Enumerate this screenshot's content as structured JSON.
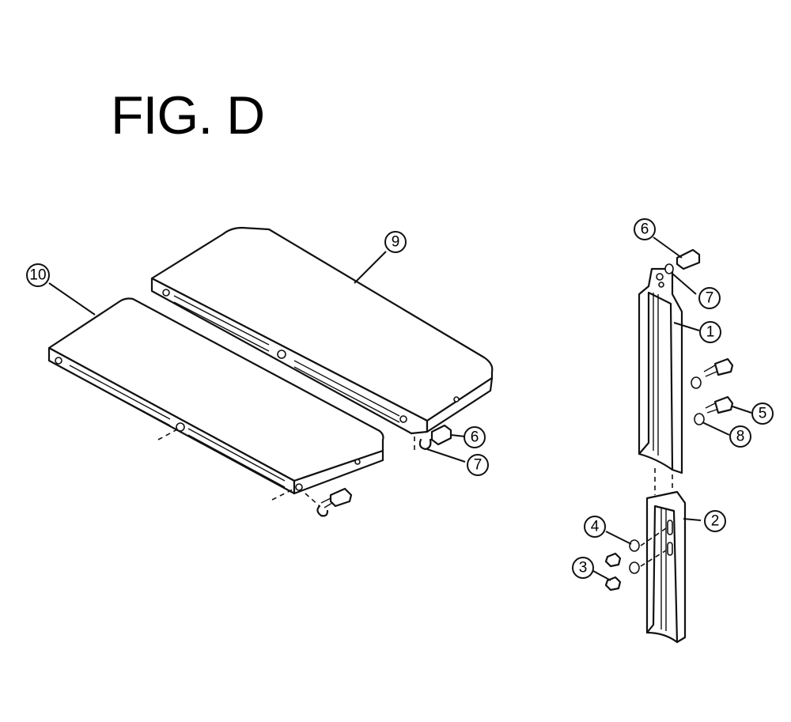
{
  "figure": {
    "title": "FIG. D"
  },
  "callouts": {
    "c9": "9",
    "c10": "10",
    "c6a": "6",
    "c7a": "7",
    "c6b": "6",
    "c7b": "7",
    "c1": "1",
    "c5": "5",
    "c8": "8",
    "c2": "2",
    "c4": "4",
    "c3": "3"
  }
}
